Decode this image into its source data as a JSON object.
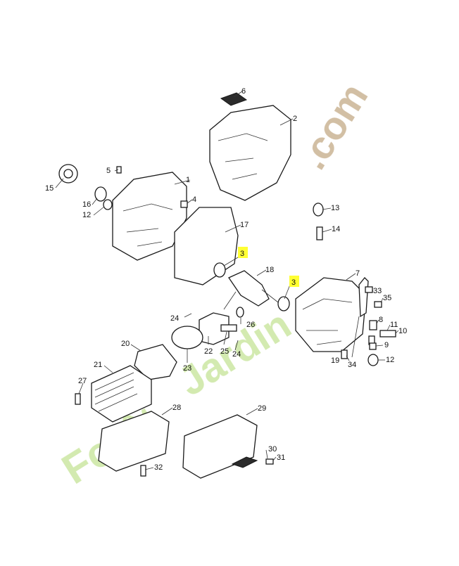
{
  "watermark_lines": [
    "Forêt",
    ".com",
    "Jardin"
  ],
  "callouts": [
    "1",
    "2",
    "3",
    "3",
    "4",
    "5",
    "6",
    "7",
    "8",
    "9",
    "10",
    "11",
    "12",
    "12",
    "13",
    "14",
    "15",
    "16",
    "17",
    "18",
    "19",
    "20",
    "21",
    "22",
    "23",
    "24",
    "24",
    "25",
    "26",
    "27",
    "28",
    "29",
    "30",
    "31",
    "32",
    "33",
    "34",
    "35"
  ],
  "colors": {
    "highlight": "#ffff33",
    "watermark_green": "#cfe8a8",
    "watermark_tan": "#cdb89a"
  }
}
